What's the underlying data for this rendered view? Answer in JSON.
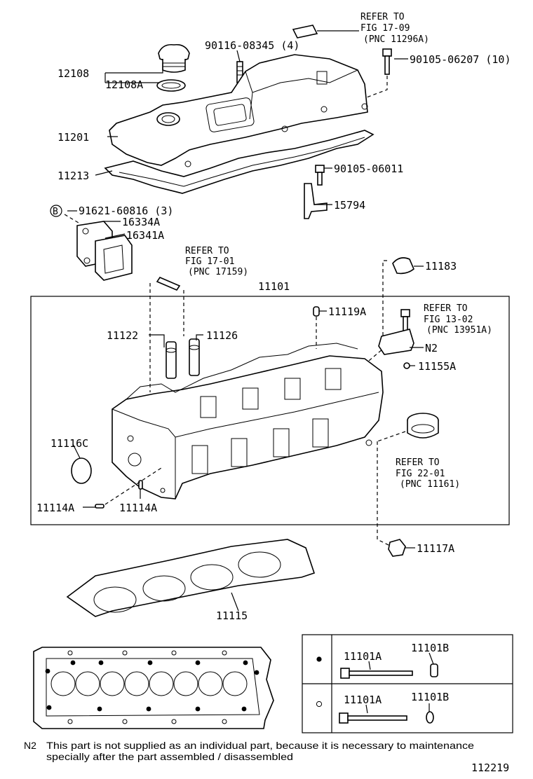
{
  "labels": {
    "refer_1709": [
      "REFER TO",
      "FIG 17-09",
      "(PNC 11296A)"
    ],
    "p90116": "90116-08345 (4)",
    "p90105_06207": "90105-06207 (10)",
    "p12108": "12108",
    "p12108A": "12108A",
    "p11201": "11201",
    "p11213": "11213",
    "p90105_06011": "90105-06011",
    "p15794": "15794",
    "p91621": "91621-60816 (3)",
    "b_marker": "B",
    "p16334A": "16334A",
    "p16341A": "16341A",
    "refer_1701": [
      "REFER TO",
      "FIG 17-01",
      "(PNC 17159)"
    ],
    "p11183": "11183",
    "p11101": "11101",
    "p11119A": "11119A",
    "refer_1302": [
      "REFER TO",
      "FIG 13-02",
      "(PNC 13951A)"
    ],
    "p11122": "11122",
    "p11126": "11126",
    "pN2": "N2",
    "p11155A": "11155A",
    "p11116C": "11116C",
    "refer_2201": [
      "REFER TO",
      "FIG 22-01",
      "(PNC 11161)"
    ],
    "p11114A_left": "11114A",
    "p11114A_right": "11114A",
    "p11117A": "11117A",
    "p11115": "11115",
    "t_11101A_1": "11101A",
    "t_11101B_1": "11101B",
    "t_11101A_2": "11101A",
    "t_11101B_2": "11101B"
  },
  "footnote": {
    "marker": "N2",
    "line1": "This part is not supplied as an individual part, because it is necessary to maintenance",
    "line2": "specially after the part assembled / disassembled"
  },
  "figure_number": "112219"
}
